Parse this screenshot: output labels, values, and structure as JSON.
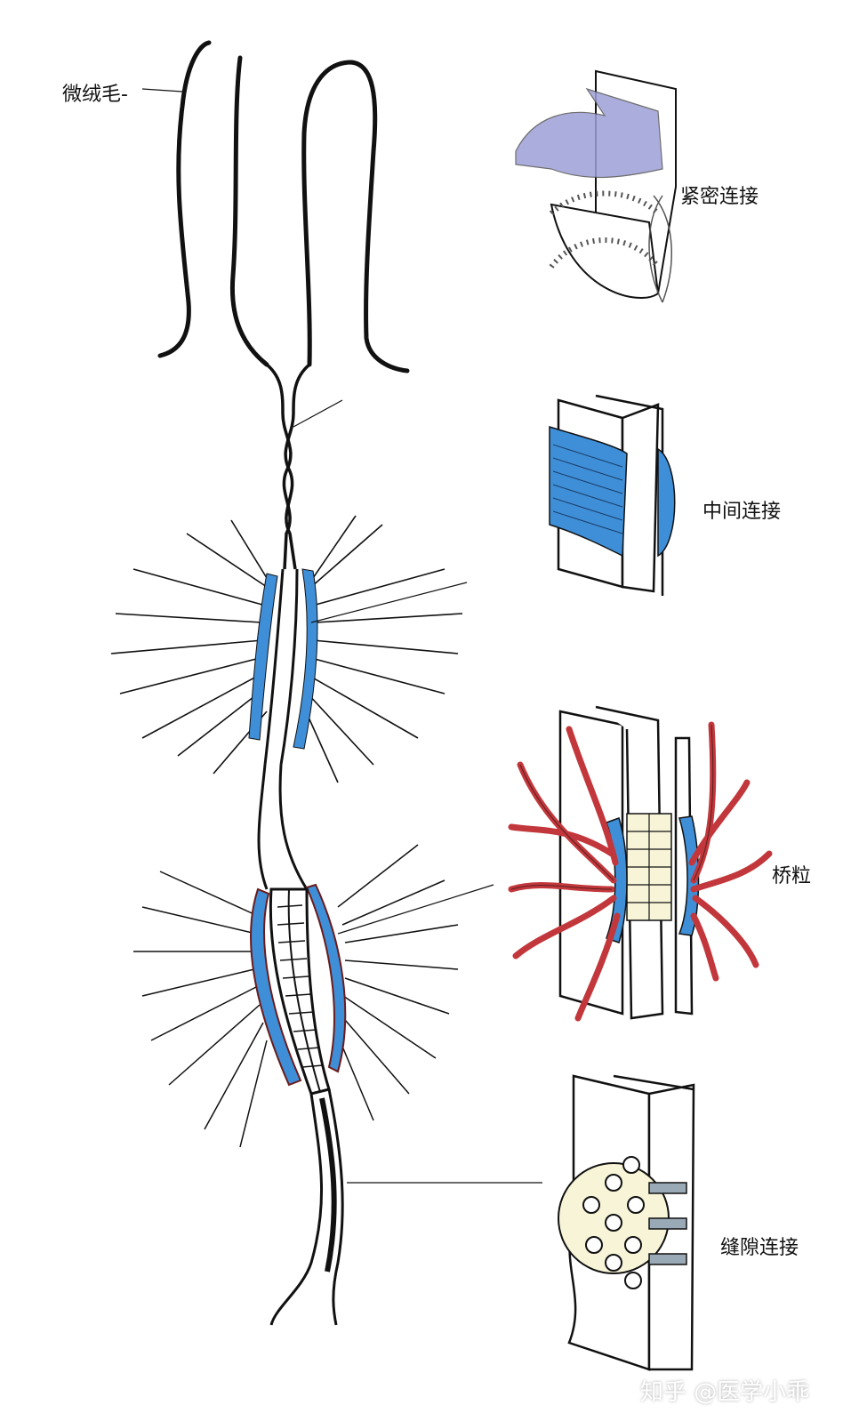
{
  "labels": {
    "microvilli": "微绒毛-",
    "tight_junction": "紧密连接",
    "intermediate_junction": "中间连接",
    "desmosome": "桥粒",
    "gap_junction": "缝隙连接"
  },
  "watermark": "知乎 @医学小乖",
  "colors": {
    "membrane_blue": "#3f8fd8",
    "filament_red": "#c2373b",
    "line_black": "#111111",
    "plaque_purple": "#9d9fd8"
  }
}
